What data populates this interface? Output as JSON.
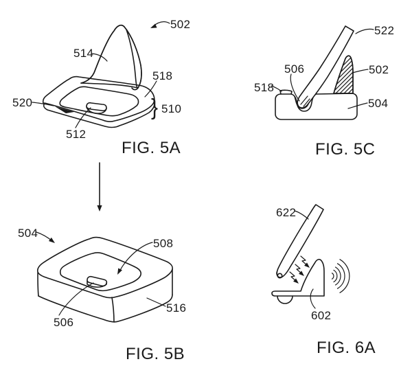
{
  "document": {
    "kind": "patent-line-drawing"
  },
  "colors": {
    "ink": "#1a1a1a",
    "background": "#ffffff"
  },
  "fig5a": {
    "caption": "FIG. 5A",
    "brace": "}",
    "refs": {
      "r502": "502",
      "r514": "514",
      "r518": "518",
      "r520": "520",
      "r510": "510",
      "r512": "512"
    }
  },
  "fig5c": {
    "caption": "FIG. 5C",
    "refs": {
      "r522": "522",
      "r506": "506",
      "r502": "502",
      "r518": "518",
      "r504": "504"
    }
  },
  "fig5b": {
    "caption": "FIG. 5B",
    "refs": {
      "r504": "504",
      "r508": "508",
      "r506": "506",
      "r516": "516"
    }
  },
  "fig6a": {
    "caption": "FIG. 6A",
    "refs": {
      "r622": "622",
      "r602": "602"
    }
  }
}
